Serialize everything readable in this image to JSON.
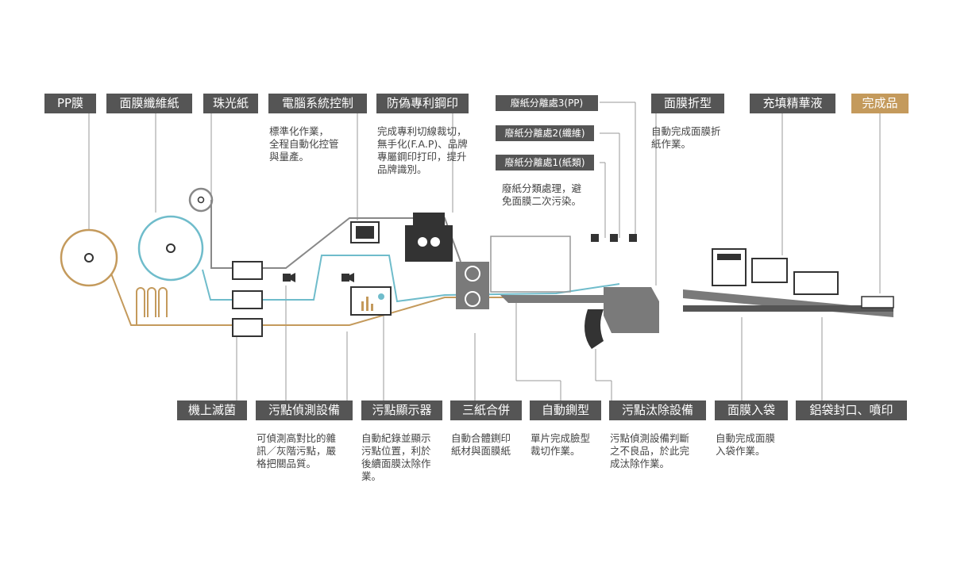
{
  "top_labels": {
    "pp_film": "PP膜",
    "mask_fiber_paper": "面膜纖維紙",
    "pearl_paper": "珠光紙",
    "computer_control": "電腦系統控制",
    "anti_counterfeit": "防偽專利鋼印",
    "waste_sep_3": "廢紙分離處3(PP)",
    "waste_sep_2": "廢紙分離處2(纖維)",
    "waste_sep_1": "廢紙分離處1(紙類)",
    "mask_folding": "面膜折型",
    "fill_essence": "充填精華液",
    "finished_product": "完成品"
  },
  "top_descriptions": {
    "computer_control": "標準化作業，\n全程自動化控管\n與量產。",
    "anti_counterfeit": "完成專利切線裁切，\n無手化(F.A.P)、品牌\n專屬鋼印打印，提升\n品牌識別。",
    "waste_sep": "廢紙分類處理，避\n免面膜二次污染。",
    "mask_folding": "自動完成面膜折\n紙作業。"
  },
  "bottom_labels": {
    "sterilization": "機上滅菌",
    "defect_detection": "污點偵測設備",
    "defect_display": "污點顯示器",
    "three_paper_merge": "三紙合併",
    "auto_die_cut": "自動鍘型",
    "defect_removal": "污點汰除設備",
    "mask_bagging": "面膜入袋",
    "foil_seal_print": "鋁袋封口、噴印"
  },
  "bottom_descriptions": {
    "defect_detection": "可偵測高對比的雜\n訊／灰階污點，嚴\n格把關品質。",
    "defect_display": "自動紀錄並顯示\n污點位置，利於\n後續面膜汰除作\n業。",
    "three_paper_merge": "自動合體鍘印\n紙材與面膜紙",
    "auto_die_cut": "單片完成臉型\n裁切作業。",
    "defect_removal": "污點偵測設備判斷\n之不良品，於此完\n成汰除作業。",
    "mask_bagging": "自動完成面膜\n入袋作業。"
  },
  "colors": {
    "tag_bg": "#555555",
    "gold": "#c49a5c",
    "teal": "#6fbccb",
    "gray_line": "#888888",
    "machine": "#7a7a7a",
    "dark": "#2b2b2b"
  }
}
